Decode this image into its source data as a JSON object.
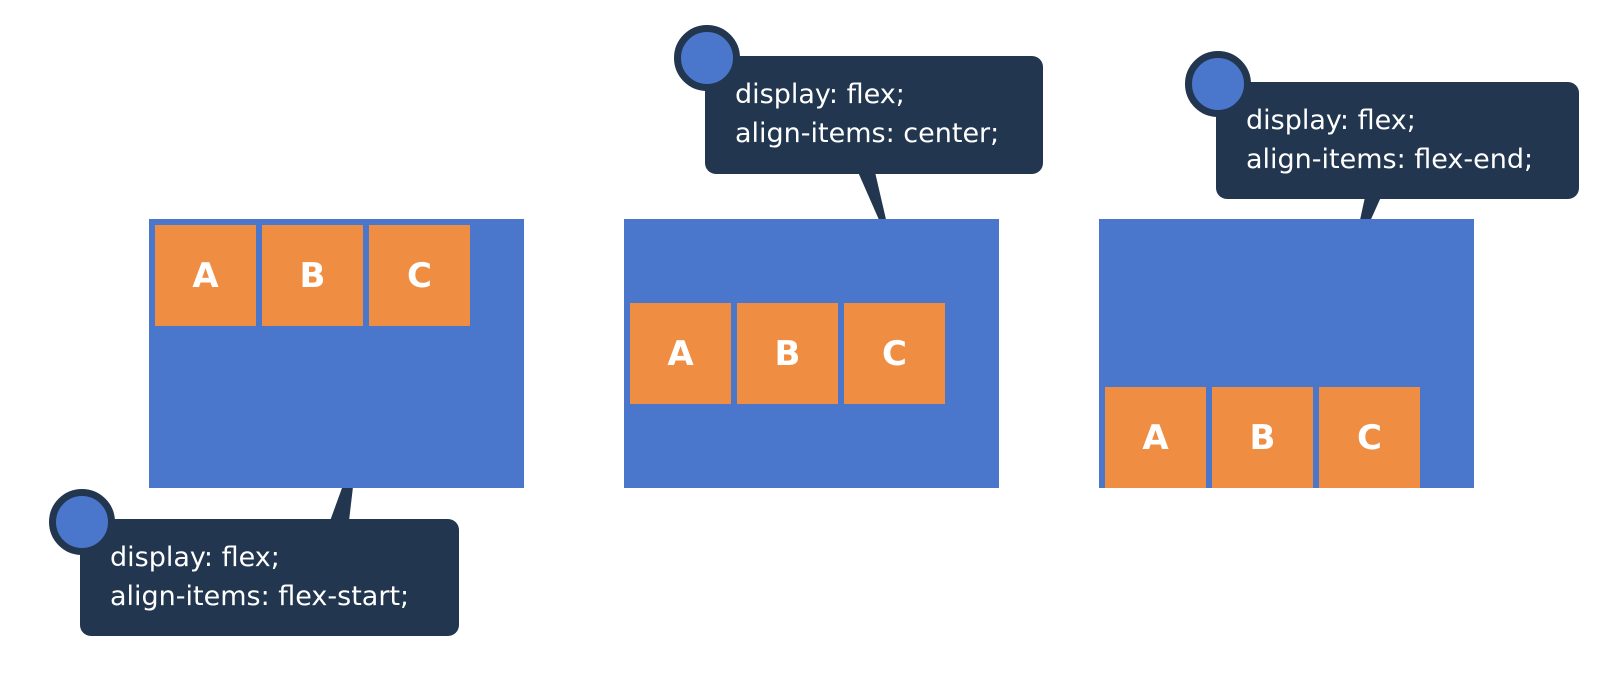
{
  "examples": [
    {
      "callout": {
        "line1": "display: flex;",
        "line2": "align-items: flex-start;"
      },
      "items": [
        "A",
        "B",
        "C"
      ]
    },
    {
      "callout": {
        "line1": "display: flex;",
        "line2": "align-items: center;"
      },
      "items": [
        "A",
        "B",
        "C"
      ]
    },
    {
      "callout": {
        "line1": "display: flex;",
        "line2": "align-items: flex-end;"
      },
      "items": [
        "A",
        "B",
        "C"
      ]
    }
  ],
  "colors": {
    "container": "#4a76cb",
    "item": "#ef8e42",
    "item_text": "#ffffff",
    "callout": "#22364f",
    "callout_text": "#ffffff",
    "background": "#ffffff"
  }
}
